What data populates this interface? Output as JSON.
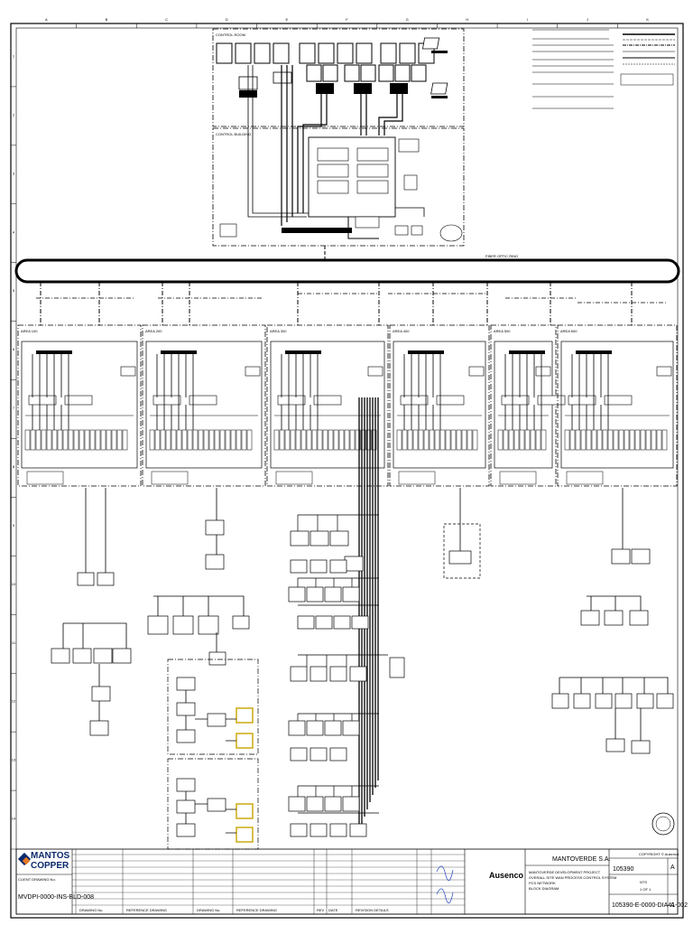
{
  "border": {
    "columns": [
      "A",
      "B",
      "C",
      "D",
      "E",
      "F",
      "G",
      "H",
      "I",
      "J",
      "K"
    ],
    "rows": [
      "1",
      "2",
      "3",
      "4",
      "5",
      "6",
      "7",
      "8",
      "9",
      "10",
      "11",
      "12",
      "13",
      "14"
    ]
  },
  "control_room": {
    "title": "CONTROL ROOM"
  },
  "control_building": {
    "title": "CONTROL BUILDING"
  },
  "ring": {
    "label": "FIBER OPTIC RING"
  },
  "areas": [
    {
      "label": "AREA 100"
    },
    {
      "label": "AREA 200"
    },
    {
      "label": "AREA 300"
    },
    {
      "label": "AREA 400"
    },
    {
      "label": "AREA 500"
    },
    {
      "label": "AREA 600"
    }
  ],
  "title_block": {
    "client_logo": "MANTOS COPPER",
    "client_drawing_label": "CLIENT DRAWING No.",
    "client_drawing_no": "MVDPI-0000-INS-BLD-008",
    "client_name": "MANTOVERDE S.A.",
    "consultant": "Ausenco",
    "title_lines": [
      "MANTOVERDE DEVELOPMENT PROJECT",
      "OVERALL SITE WAN PROCESS CONTROL SYSTEM",
      "PCS NETWORK",
      "BLOCK DIAGRAM"
    ],
    "project_no": "105390",
    "drawing_no": "105390-E-0000-DIA41-002",
    "revision": "A",
    "copyright": "COPYRIGHT © Ausenco",
    "scale": "NTS",
    "sheet": "1 OF 1"
  },
  "footer_labels": {
    "drawing_no": "DRAWING No.",
    "reference_drawing": "REFERENCE DRAWING",
    "rev": "REV",
    "date": "DATE",
    "revision_details": "REVISION DETAILS"
  }
}
